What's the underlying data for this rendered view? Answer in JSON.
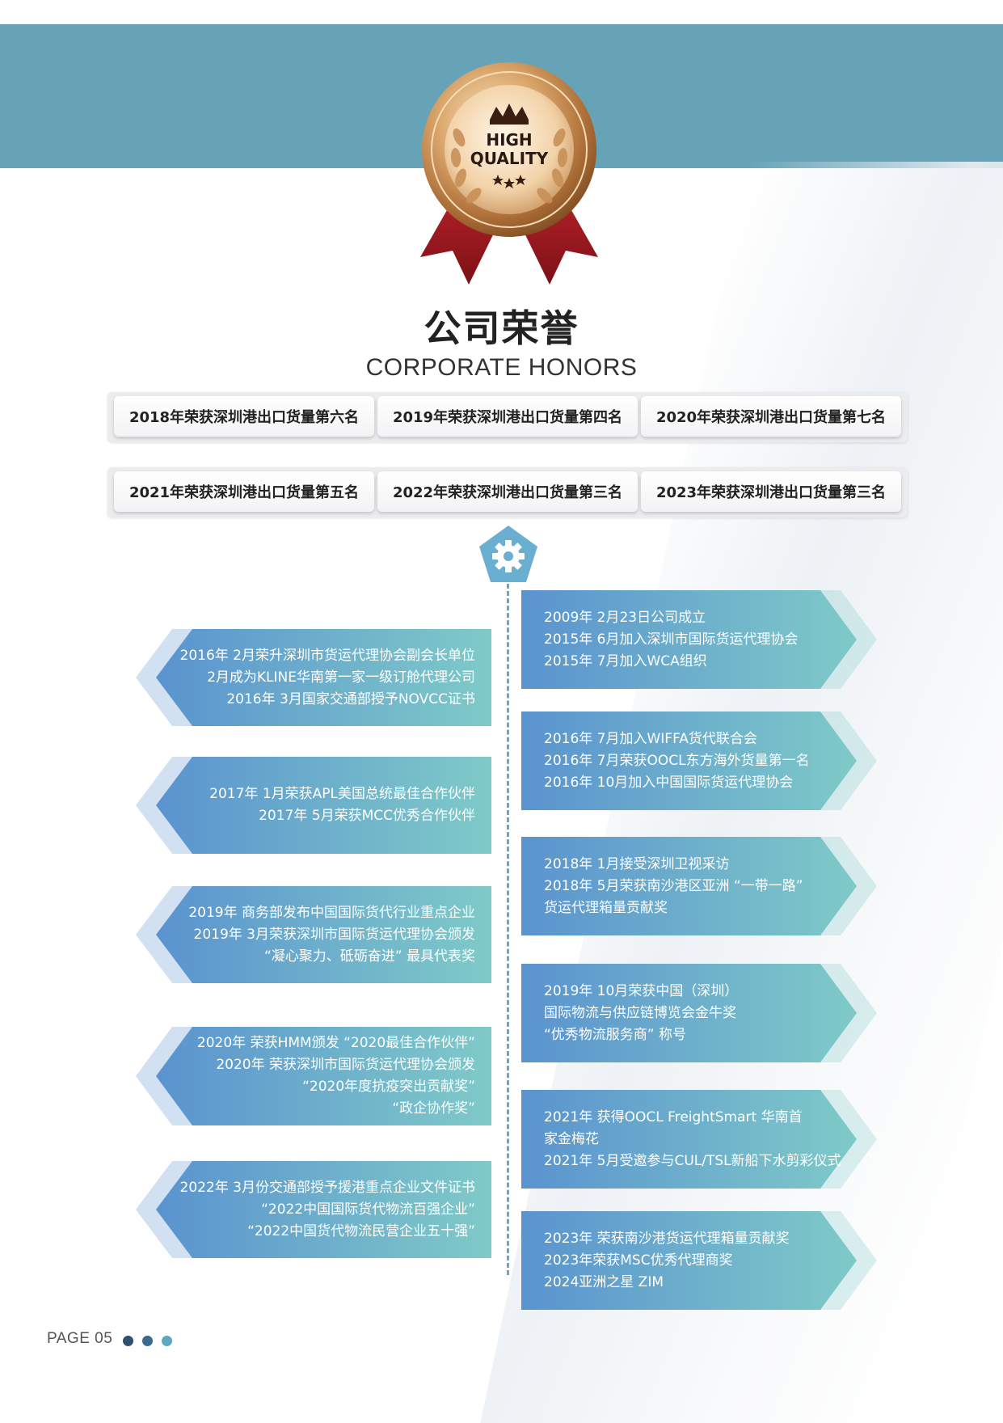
{
  "colors": {
    "band": "#66a3b7",
    "arrow_left": "#5a93cf",
    "arrow_right": "#7fcac8",
    "timeline": "#6fa6c3",
    "dot1": "#2f4f6b",
    "dot2": "#3c6a8a",
    "dot3": "#5ea8bf"
  },
  "medal": {
    "line1": "HIGH",
    "line2": "QUALITY"
  },
  "header": {
    "title_cn": "公司荣誉",
    "title_en": "CORPORATE HONORS"
  },
  "honors": [
    "2018年荣获深圳港出口货量第六名",
    "2019年荣获深圳港出口货量第四名",
    "2020年荣获深圳港出口货量第七名",
    "2021年荣获深圳港出口货量第五名",
    "2022年荣获深圳港出口货量第三名",
    "2023年荣获深圳港出口货量第三名"
  ],
  "timeline_icon": "gear-icon",
  "timeline_right": [
    [
      "2009年 2月23日公司成立",
      "2015年 6月加入深圳市国际货运代理协会",
      "2015年 7月加入WCA组织"
    ],
    [
      "2016年 7月加入WIFFA货代联合会",
      "2016年 7月荣获OOCL东方海外货量第一名",
      "2016年 10月加入中国国际货运代理协会"
    ],
    [
      "2018年 1月接受深圳卫视采访",
      "2018年 5月荣获南沙港区亚洲 “一带一路”",
      "货运代理箱量贡献奖"
    ],
    [
      "2019年 10月荣获中国（深圳）",
      "国际物流与供应链博览会金牛奖",
      " “优秀物流服务商” 称号"
    ],
    [
      "2021年 获得OOCL FreightSmart 华南首",
      "家金梅花",
      "2021年 5月受邀参与CUL/TSL新船下水剪彩仪式"
    ],
    [
      "2023年 荣获南沙港货运代理箱量贡献奖",
      "2023年荣获MSC优秀代理商奖",
      "2024亚洲之星 ZIM"
    ]
  ],
  "timeline_left": [
    [
      "2016年 2月荣升深圳市货运代理协会副会长单位",
      "2月成为KLINE华南第一家一级订舱代理公司",
      "2016年 3月国家交通部授予NOVCC证书"
    ],
    [
      "2017年 1月荣获APL美国总统最佳合作伙伴",
      "2017年 5月荣获MCC优秀合作伙伴"
    ],
    [
      "2019年 商务部发布中国国际货代行业重点企业",
      "2019年 3月荣获深圳市国际货运代理协会颁发",
      "“凝心聚力、砥砺奋进” 最具代表奖"
    ],
    [
      "2020年 荣获HMM颁发 “2020最佳合作伙伴”",
      "2020年 荣获深圳市国际货运代理协会颁发",
      "“2020年度抗疫突出贡献奖”",
      "“政企协作奖”"
    ],
    [
      "2022年 3月份交通部授予援港重点企业文件证书",
      "“2022中国国际货代物流百强企业”",
      "“2022中国货代物流民营企业五十强”"
    ]
  ],
  "footer": {
    "page_label": "PAGE 05"
  }
}
